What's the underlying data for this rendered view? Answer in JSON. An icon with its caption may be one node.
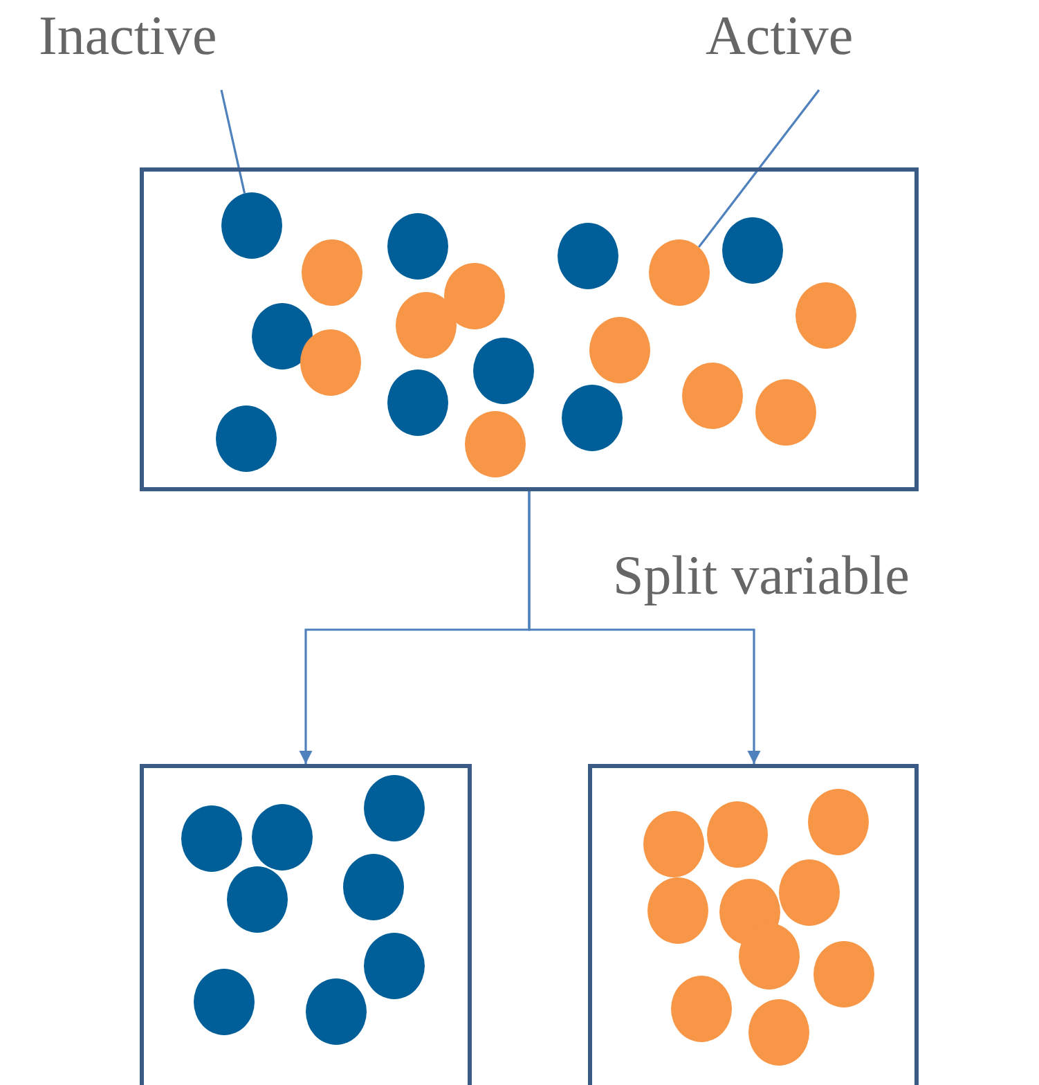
{
  "diagram": {
    "nodes": [
      {
        "text": [
          "Inactive"
        ]
      },
      {
        "text": [
          "Active"
        ]
      },
      {
        "text": [],
        "shape": "box"
      },
      {
        "text": [],
        "shape": "circle",
        "in": 2
      },
      {
        "text": [],
        "shape": "circle",
        "in": 2
      },
      {
        "text": [],
        "shape": "circle",
        "in": 2
      },
      {
        "text": [],
        "shape": "circle",
        "in": 2
      },
      {
        "text": [],
        "shape": "circle",
        "in": 2
      },
      {
        "text": [],
        "shape": "circle",
        "in": 2
      },
      {
        "text": [],
        "shape": "circle",
        "in": 2
      },
      {
        "text": [],
        "shape": "circle",
        "in": 2
      },
      {
        "text": [],
        "shape": "circle",
        "in": 2
      },
      {
        "text": [],
        "shape": "circle",
        "in": 2
      },
      {
        "text": [],
        "shape": "circle",
        "in": 2
      },
      {
        "text": [],
        "shape": "circle",
        "in": 2
      },
      {
        "text": [],
        "shape": "circle",
        "in": 2
      },
      {
        "text": [],
        "shape": "circle",
        "in": 2
      },
      {
        "text": [],
        "shape": "circle",
        "in": 2
      },
      {
        "text": [],
        "shape": "circle",
        "in": 2
      },
      {
        "text": [],
        "shape": "circle",
        "in": 2
      },
      {
        "text": [],
        "shape": "circle",
        "in": 2
      },
      {
        "text": [],
        "shape": "circle",
        "in": 2
      },
      {
        "text": [],
        "shape": "box"
      },
      {
        "text": [],
        "shape": "circle",
        "in": 22
      },
      {
        "text": [],
        "shape": "circle",
        "in": 22
      },
      {
        "text": [],
        "shape": "circle",
        "in": 22
      },
      {
        "text": [],
        "shape": "circle",
        "in": 22
      },
      {
        "text": [],
        "shape": "circle",
        "in": 22
      },
      {
        "text": [],
        "shape": "circle",
        "in": 22
      },
      {
        "text": [],
        "shape": "circle",
        "in": 22
      },
      {
        "text": [],
        "shape": "circle",
        "in": 22
      },
      {
        "text": [],
        "shape": "box"
      },
      {
        "text": [],
        "shape": "circle",
        "in": 31
      },
      {
        "text": [],
        "shape": "circle",
        "in": 31
      },
      {
        "text": [],
        "shape": "circle",
        "in": 31
      },
      {
        "text": [],
        "shape": "circle",
        "in": 31
      },
      {
        "text": [],
        "shape": "circle",
        "in": 31
      },
      {
        "text": [],
        "shape": "circle",
        "in": 31
      },
      {
        "text": [],
        "shape": "circle",
        "in": 31
      },
      {
        "text": [],
        "shape": "circle",
        "in": 31
      },
      {
        "text": [],
        "shape": "circle",
        "in": 31
      },
      {
        "text": [],
        "shape": "circle",
        "in": 31
      }
    ],
    "edges": [
      {
        "from": 0,
        "to": 3,
        "arrow": "none"
      },
      {
        "from": 1,
        "to": 8,
        "arrow": "none"
      },
      {
        "from": 2,
        "to": 22,
        "arrow": "to"
      },
      {
        "from": 2,
        "to": 31,
        "arrow": "to"
      }
    ],
    "labels": [
      "Split variable"
    ]
  }
}
